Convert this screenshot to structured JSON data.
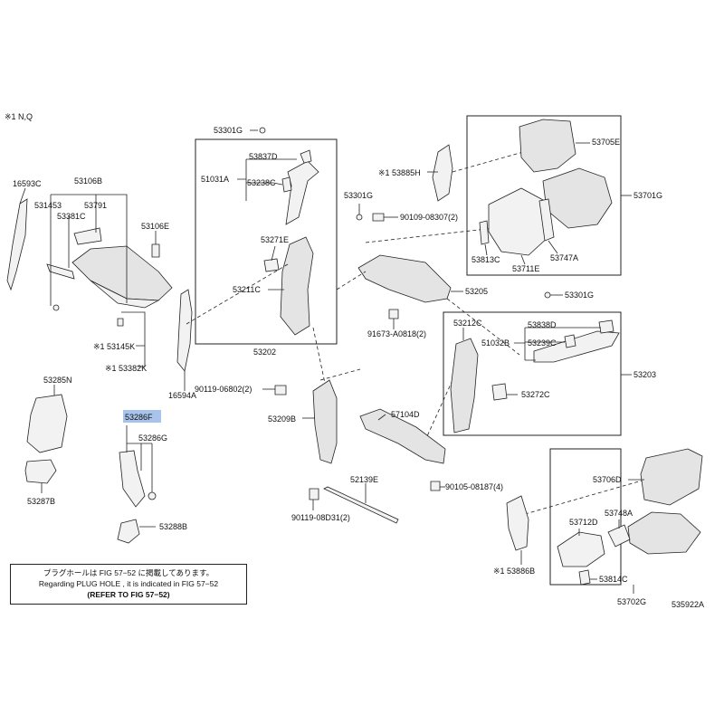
{
  "figure": {
    "note_symbol": "※1 N,Q",
    "ref_code": "535922A",
    "highlighted_part": "53286F"
  },
  "labels": [
    {
      "id": "p16593C",
      "text": "16593C"
    },
    {
      "id": "p53106B",
      "text": "53106B"
    },
    {
      "id": "p53145J",
      "text": "531453"
    },
    {
      "id": "p53791",
      "text": "53791"
    },
    {
      "id": "p53381C",
      "text": "53381C"
    },
    {
      "id": "p53106E",
      "text": "53106E"
    },
    {
      "id": "p53145K",
      "text": "※1 53145K"
    },
    {
      "id": "p53382K",
      "text": "※1 53382K"
    },
    {
      "id": "p16594A",
      "text": "16594A"
    },
    {
      "id": "p53301G_a",
      "text": "53301G"
    },
    {
      "id": "p53837D",
      "text": "53837D"
    },
    {
      "id": "p51031A",
      "text": "51031A"
    },
    {
      "id": "p53238C",
      "text": "53238C"
    },
    {
      "id": "p53271E",
      "text": "53271E"
    },
    {
      "id": "p53211C",
      "text": "53211C"
    },
    {
      "id": "p53202",
      "text": "53202"
    },
    {
      "id": "p53885H",
      "text": "※1 53885H"
    },
    {
      "id": "p53301G_b",
      "text": "53301G"
    },
    {
      "id": "p90109",
      "text": "90109-08307(2)"
    },
    {
      "id": "p53705E",
      "text": "53705E"
    },
    {
      "id": "p53701G",
      "text": "53701G"
    },
    {
      "id": "p53813C",
      "text": "53813C"
    },
    {
      "id": "p53711E",
      "text": "53711E"
    },
    {
      "id": "p53747A",
      "text": "53747A"
    },
    {
      "id": "p53205",
      "text": "53205"
    },
    {
      "id": "p91673",
      "text": "91673-A0818(2)"
    },
    {
      "id": "p53301G_c",
      "text": "53301G"
    },
    {
      "id": "p53212C",
      "text": "53212C"
    },
    {
      "id": "p53838D",
      "text": "53838D"
    },
    {
      "id": "p51032B",
      "text": "51032B"
    },
    {
      "id": "p53239C",
      "text": "53239C"
    },
    {
      "id": "p53203",
      "text": "53203"
    },
    {
      "id": "p53272C",
      "text": "53272C"
    },
    {
      "id": "p53285N",
      "text": "53285N"
    },
    {
      "id": "p53286F",
      "text": "53286F"
    },
    {
      "id": "p53286G",
      "text": "53286G"
    },
    {
      "id": "p53287B",
      "text": "53287B"
    },
    {
      "id": "p53288B",
      "text": "53288B"
    },
    {
      "id": "p90119a",
      "text": "90119-06802(2)"
    },
    {
      "id": "p53209B",
      "text": "53209B"
    },
    {
      "id": "p57104D",
      "text": "57104D"
    },
    {
      "id": "p52139E",
      "text": "52139E"
    },
    {
      "id": "p90119b",
      "text": "90119-08D31(2)"
    },
    {
      "id": "p90105",
      "text": "90105-08187(4)"
    },
    {
      "id": "p53706D",
      "text": "53706D"
    },
    {
      "id": "p53712D",
      "text": "53712D"
    },
    {
      "id": "p53748A",
      "text": "53748A"
    },
    {
      "id": "p53886B",
      "text": "※1 53886B"
    },
    {
      "id": "p53814C",
      "text": "53814C"
    },
    {
      "id": "p53702G",
      "text": "53702G"
    }
  ],
  "note": {
    "line1": "プラグホールは FIG 57−52 に掲載してあります。",
    "line2": "Regarding  PLUG  HOLE ,  it is indicated in  FIG  57−52",
    "line3": "(REFER  TO  FIG  57−52)"
  },
  "colors": {
    "highlight": "#a8c4ec",
    "line": "#222222"
  }
}
